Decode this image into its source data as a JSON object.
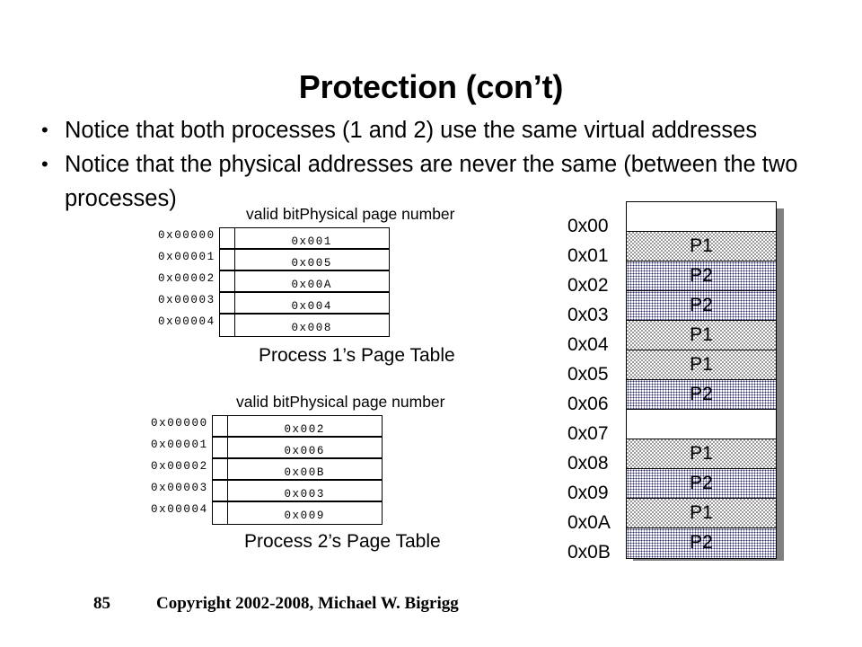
{
  "slide": {
    "title": "Protection (con’t)",
    "bullets": [
      {
        "marker": "•",
        "text": "Notice that both processes (1 and 2) use the same virtual addresses"
      },
      {
        "marker": "•",
        "text": "Notice that the physical addresses are never the same (between the two processes)"
      }
    ]
  },
  "page_tables": [
    {
      "header": "valid bitPhysical page number",
      "caption": "Process 1’s Page Table",
      "rows": [
        {
          "virtual_address": "0x00000",
          "valid_bit": "",
          "physical_page_number": "0x001"
        },
        {
          "virtual_address": "0x00001",
          "valid_bit": "",
          "physical_page_number": "0x005"
        },
        {
          "virtual_address": "0x00002",
          "valid_bit": "",
          "physical_page_number": "0x00A"
        },
        {
          "virtual_address": "0x00003",
          "valid_bit": "",
          "physical_page_number": "0x004"
        },
        {
          "virtual_address": "0x00004",
          "valid_bit": "",
          "physical_page_number": "0x008"
        }
      ]
    },
    {
      "header": "valid bitPhysical page number",
      "caption": "Process 2’s Page Table",
      "rows": [
        {
          "virtual_address": "0x00000",
          "valid_bit": "",
          "physical_page_number": "0x002"
        },
        {
          "virtual_address": "0x00001",
          "valid_bit": "",
          "physical_page_number": "0x006"
        },
        {
          "virtual_address": "0x00002",
          "valid_bit": "",
          "physical_page_number": "0x00B"
        },
        {
          "virtual_address": "0x00003",
          "valid_bit": "",
          "physical_page_number": "0x003"
        },
        {
          "virtual_address": "0x00004",
          "valid_bit": "",
          "physical_page_number": "0x009"
        }
      ]
    }
  ],
  "physical_memory": {
    "blocks": [
      {
        "address": "0x00",
        "owner": "",
        "fill": "empty"
      },
      {
        "address": "0x01",
        "owner": "P1",
        "fill": "p1"
      },
      {
        "address": "0x02",
        "owner": "P2",
        "fill": "p2"
      },
      {
        "address": "0x03",
        "owner": "P2",
        "fill": "p2"
      },
      {
        "address": "0x04",
        "owner": "P1",
        "fill": "p1"
      },
      {
        "address": "0x05",
        "owner": "P1",
        "fill": "p1"
      },
      {
        "address": "0x06",
        "owner": "P2",
        "fill": "p2"
      },
      {
        "address": "0x07",
        "owner": "",
        "fill": "empty"
      },
      {
        "address": "0x08",
        "owner": "P1",
        "fill": "p1"
      },
      {
        "address": "0x09",
        "owner": "P2",
        "fill": "p2"
      },
      {
        "address": "0x0A",
        "owner": "P1",
        "fill": "p1"
      },
      {
        "address": "0x0B",
        "owner": "P2",
        "fill": "p2"
      }
    ]
  },
  "footer": {
    "page_number": "85",
    "copyright": "Copyright 2002-2008, Michael W. Bigrigg"
  },
  "colors": {
    "text": "#000000",
    "background": "#ffffff",
    "shadow": "#808080",
    "p1_pattern": "#9a9a9a",
    "p2_pattern": "#2b2b6b"
  }
}
